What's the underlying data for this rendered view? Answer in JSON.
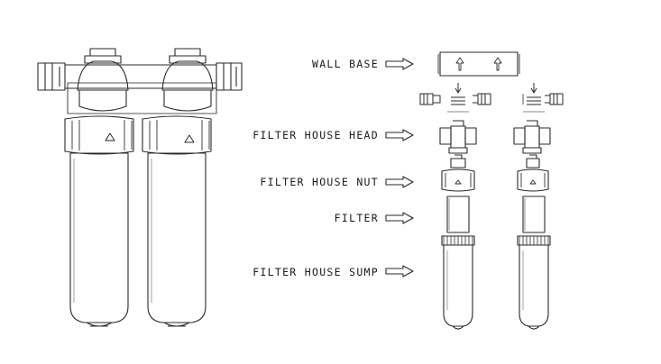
{
  "labels": {
    "wall_base": "WALL BASE",
    "filter_house_head": "FILTER HOUSE HEAD",
    "filter_house_nut": "FILTER HOUSE NUT",
    "filter": "FILTER",
    "filter_house_sump": "FILTER HOUSE SUMP"
  },
  "colors": {
    "line": "#2a2a2a",
    "light_line": "#8c8c8c",
    "background": "#ffffff"
  },
  "icons": {
    "arrow": "outline-right-arrow",
    "recycle": "recycle-triangle-icon",
    "insert": "down-arrow-icon"
  }
}
